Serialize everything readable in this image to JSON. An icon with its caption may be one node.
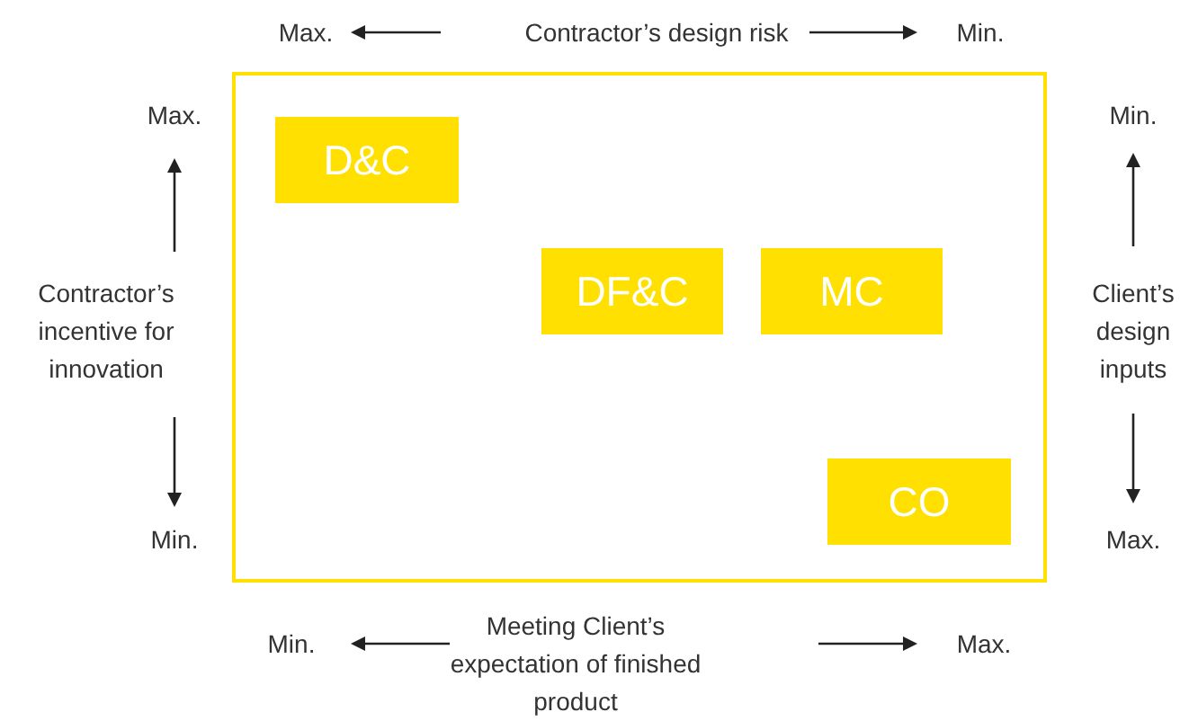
{
  "diagram": {
    "nodes": [
      {
        "text": [],
        "shape": "box"
      },
      {
        "text": [
          "D&C"
        ],
        "in": 0
      },
      {
        "text": [
          "DF&C"
        ],
        "in": 0
      },
      {
        "text": [
          "MC"
        ],
        "in": 0
      },
      {
        "text": [
          "CO"
        ],
        "in": 0
      }
    ],
    "labels": [
      "Max.",
      "Contractor’s design risk",
      "Min.",
      "Max.",
      "Min.",
      "Contractor’s incentive for innovation",
      "Client’s design inputs",
      "Min.",
      "Max.",
      "Min.",
      "Meeting Client’s expectation of finished product",
      "Max."
    ]
  }
}
